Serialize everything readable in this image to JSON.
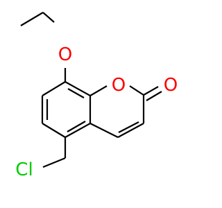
{
  "structure": {
    "atoms": {
      "ether_oxygen": {
        "label": "O",
        "color": "#ff0000"
      },
      "ring_oxygen": {
        "label": "O",
        "color": "#ff0000"
      },
      "carbonyl_oxygen": {
        "label": "O",
        "color": "#ff0000"
      },
      "chlorine": {
        "label": "Cl",
        "color": "#00cc00"
      }
    },
    "colors": {
      "bond": "#000000",
      "background": "#ffffff"
    }
  }
}
